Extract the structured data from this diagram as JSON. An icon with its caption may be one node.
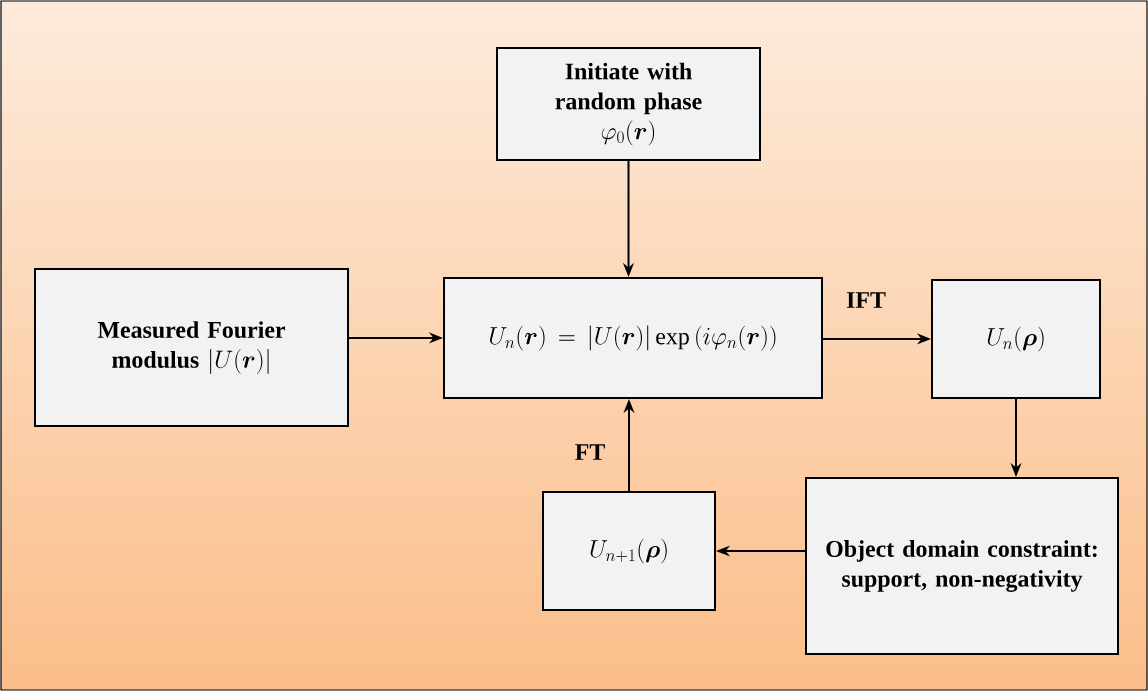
{
  "diagram": {
    "nodes": [
      {
        "text": [
          "Initiate with random phase",
          "\\varphi_0(\\boldsymbol{r})"
        ]
      },
      {
        "text": [
          "Measured Fourier modulus",
          "\\left|U(\\boldsymbol{r})\\right|"
        ]
      },
      {
        "text": [
          "U_n(\\boldsymbol{r}) = \\left|U(\\boldsymbol{r})\\right| \\exp\\left(i\\varphi_n(\\boldsymbol{r})\\right)"
        ]
      },
      {
        "text": [
          "U_n(\\boldsymbol{\\rho})"
        ]
      },
      {
        "text": [
          "Object domain constraint: support, non-negativity"
        ]
      },
      {
        "text": [
          "U_{n+1}(\\boldsymbol{\\rho})"
        ]
      }
    ],
    "edges": [
      {
        "from": 0,
        "to": 2,
        "arrow": "to"
      },
      {
        "from": 1,
        "to": 2,
        "arrow": "to"
      },
      {
        "from": 2,
        "to": 3,
        "arrow": "to",
        "label": "IFT"
      },
      {
        "from": 3,
        "to": 4,
        "arrow": "to"
      },
      {
        "from": 4,
        "to": 5,
        "arrow": "to"
      },
      {
        "from": 5,
        "to": 2,
        "arrow": "to",
        "label": "FT"
      }
    ]
  }
}
